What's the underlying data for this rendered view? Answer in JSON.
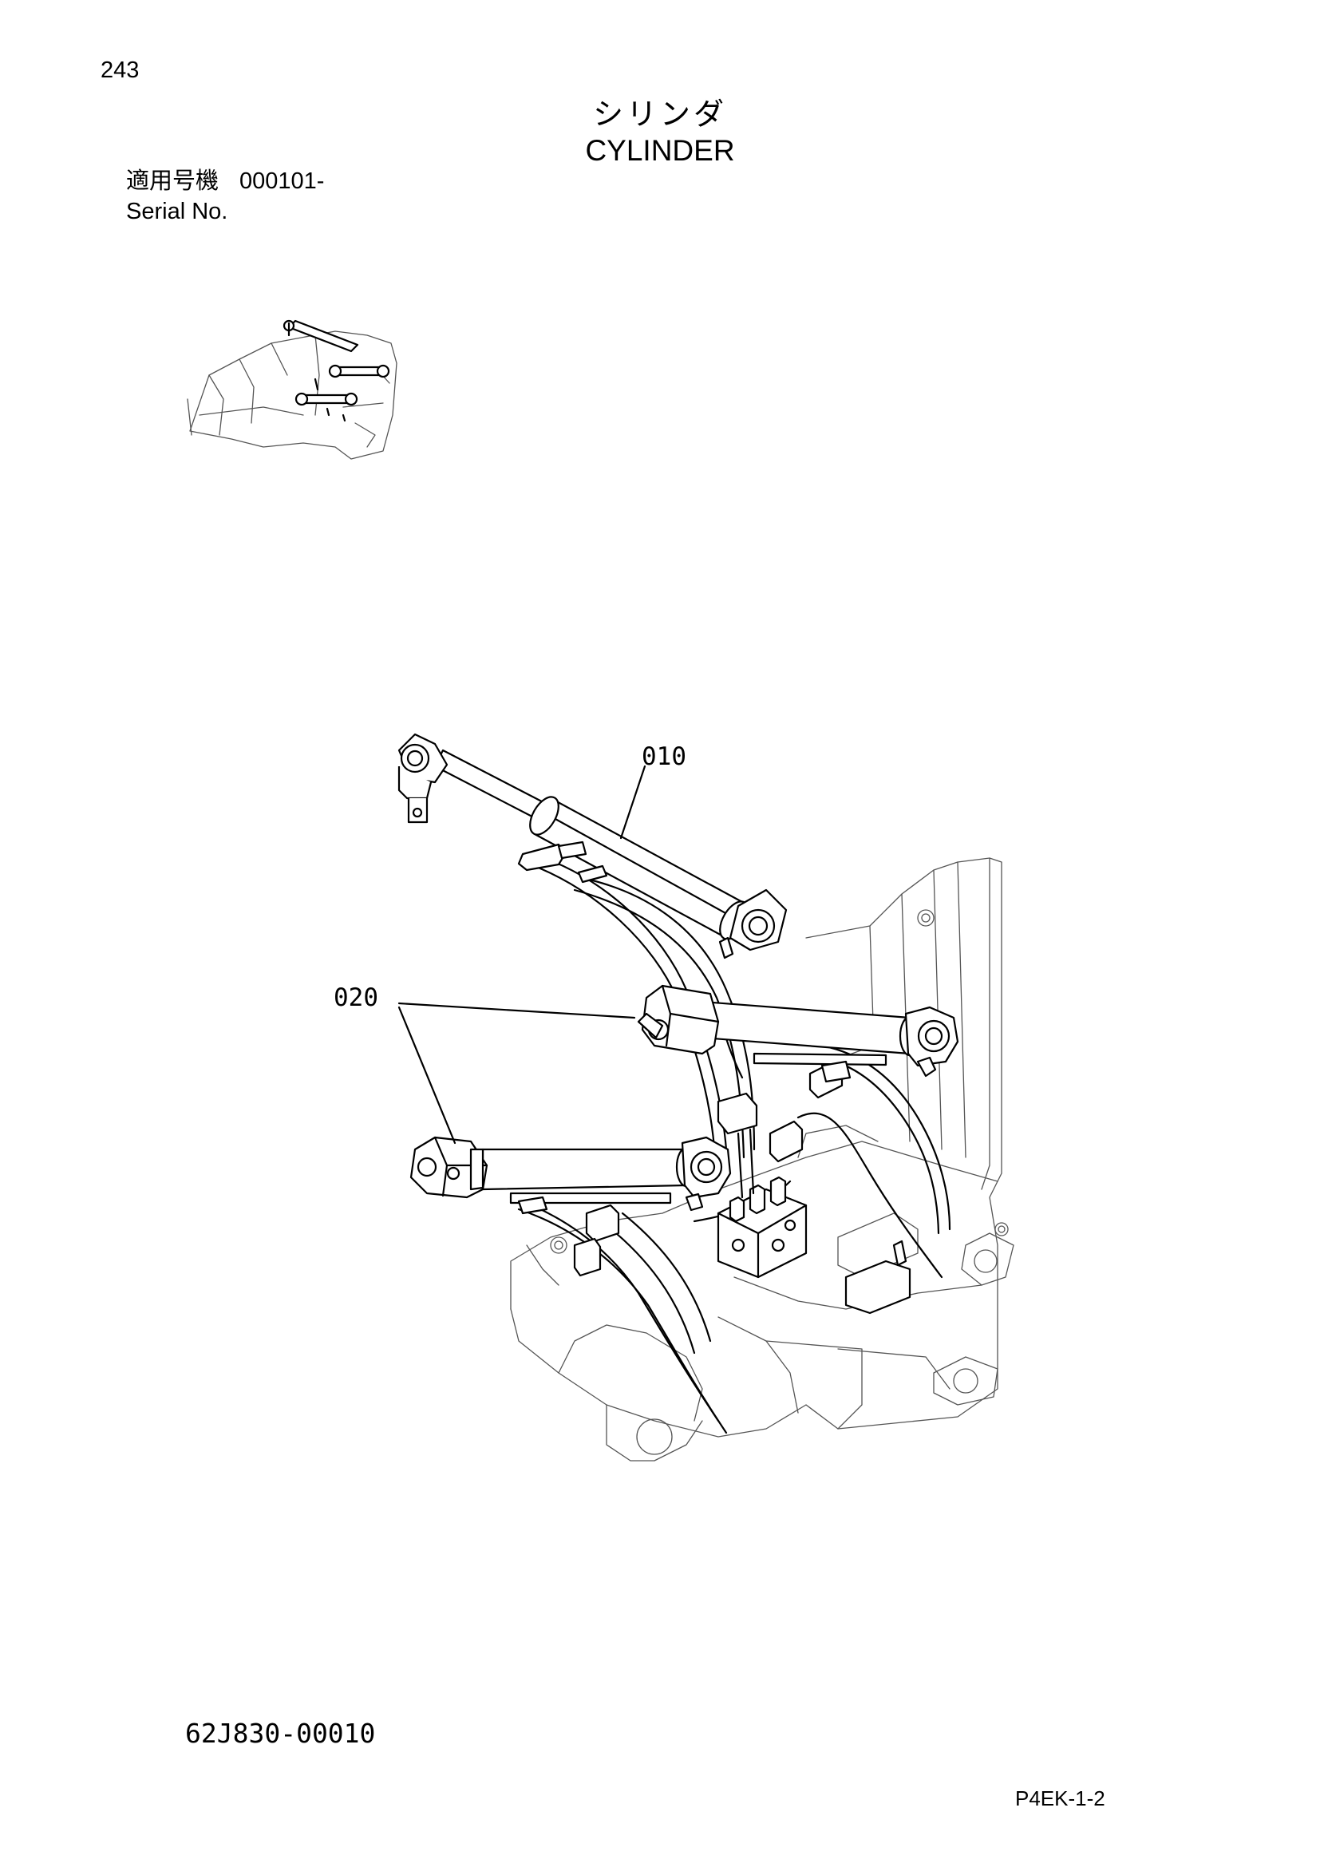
{
  "page_number": "243",
  "title": {
    "japanese": "シリンダ",
    "english": "CYLINDER"
  },
  "serial": {
    "label_ja": "適用号機",
    "value": "000101-",
    "label_en": "Serial No."
  },
  "callouts": [
    "010",
    "020"
  ],
  "drawing_number": "62J830-00010",
  "page_code": "P4EK-1-2"
}
